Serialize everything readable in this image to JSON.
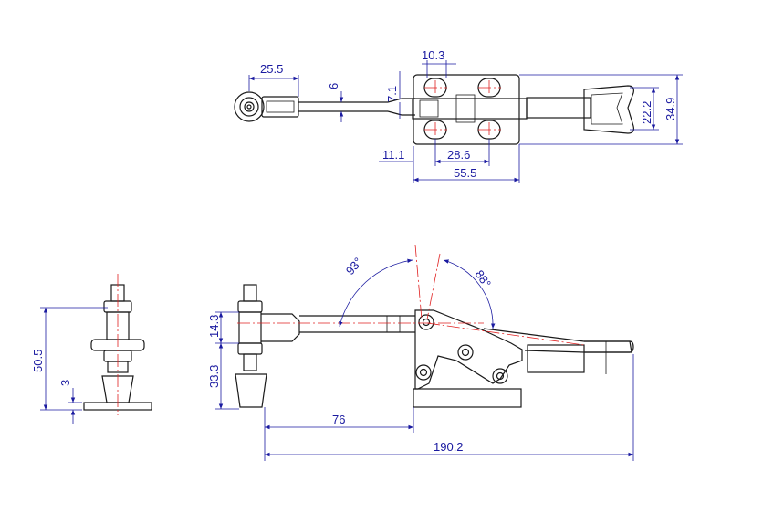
{
  "drawing": {
    "line_colors": {
      "part": "#1a1a1a",
      "dimension": "#1a1aa0",
      "centerline": "#e02020"
    },
    "top_view": {
      "dims": {
        "d_25_5": "25.5",
        "d_10_3": "10.3",
        "d_6": "6",
        "d_7_1": "7.1",
        "d_22_2": "22.2",
        "d_34_9": "34.9",
        "d_11_1": "11.1",
        "d_28_6": "28.6",
        "d_55_5": "55.5"
      }
    },
    "end_view": {
      "dims": {
        "d_50_5": "50.5",
        "d_3": "3"
      }
    },
    "side_view": {
      "dims": {
        "d_14_3": "14.3",
        "d_33_3": "33.3",
        "d_76": "76",
        "d_190_2": "190.2",
        "a_93": "93°",
        "a_88": "88°"
      }
    }
  }
}
